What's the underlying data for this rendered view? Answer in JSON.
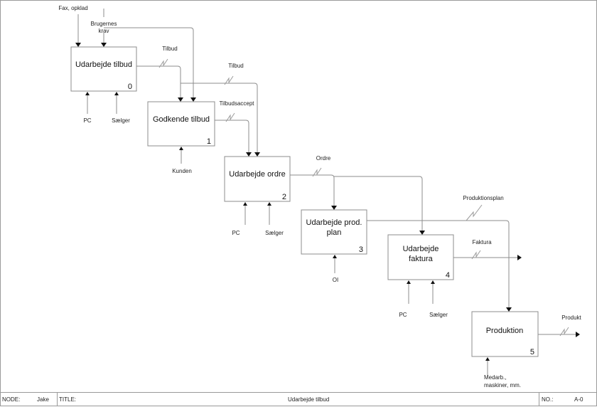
{
  "diagram": {
    "type": "IDEF0",
    "boxes": [
      {
        "id": 0,
        "title": [
          "Udarbejde tilbud"
        ],
        "number": "0"
      },
      {
        "id": 1,
        "title": [
          "Godkende tilbud"
        ],
        "number": "1"
      },
      {
        "id": 2,
        "title": [
          "Udarbejde ordre"
        ],
        "number": "2"
      },
      {
        "id": 3,
        "title": [
          "Udarbejde prod.",
          "plan"
        ],
        "number": "3"
      },
      {
        "id": 4,
        "title": [
          "Udarbejde",
          "faktura"
        ],
        "number": "4"
      },
      {
        "id": 5,
        "title": [
          "Produktion"
        ],
        "number": "5"
      }
    ],
    "inputs": [
      {
        "label": [
          "Fax, opklad"
        ],
        "to": 0
      },
      {
        "label": [
          "Brugernes",
          "krav"
        ],
        "to": 0
      }
    ],
    "mechanisms": [
      {
        "label": "PC",
        "to": 0
      },
      {
        "label": "Sælger",
        "to": 0
      },
      {
        "label": "Kunden",
        "to": 1
      },
      {
        "label": "PC",
        "to": 2
      },
      {
        "label": "Sælger",
        "to": 2
      },
      {
        "label": "OI",
        "to": 3
      },
      {
        "label": "PC",
        "to": 4
      },
      {
        "label": "Sælger",
        "to": 4
      },
      {
        "label": [
          "Medarb.,",
          "maskiner, mm."
        ],
        "to": 5
      }
    ],
    "flows": [
      {
        "label": "Tilbud",
        "from": 0,
        "to": 1
      },
      {
        "label": "Tilbud",
        "from": 0,
        "to": 2
      },
      {
        "label": "Tilbudsaccept",
        "from": 1,
        "to": 2
      },
      {
        "label": "Ordre",
        "from": 2,
        "to": [
          3,
          4
        ]
      },
      {
        "label": "Produktionsplan",
        "from": 3,
        "to": 5
      },
      {
        "label": "Faktura",
        "from": 4,
        "to": "output"
      },
      {
        "label": "Produkt",
        "from": 5,
        "to": "output"
      }
    ],
    "brugernes_krav_to": 1
  },
  "footer": {
    "node_label": "NODE:",
    "node_value": "Jake",
    "title_label": "TITLE:",
    "title_value": "Udarbejde tilbud",
    "no_label": "NO.:",
    "no_value": "A-0"
  }
}
